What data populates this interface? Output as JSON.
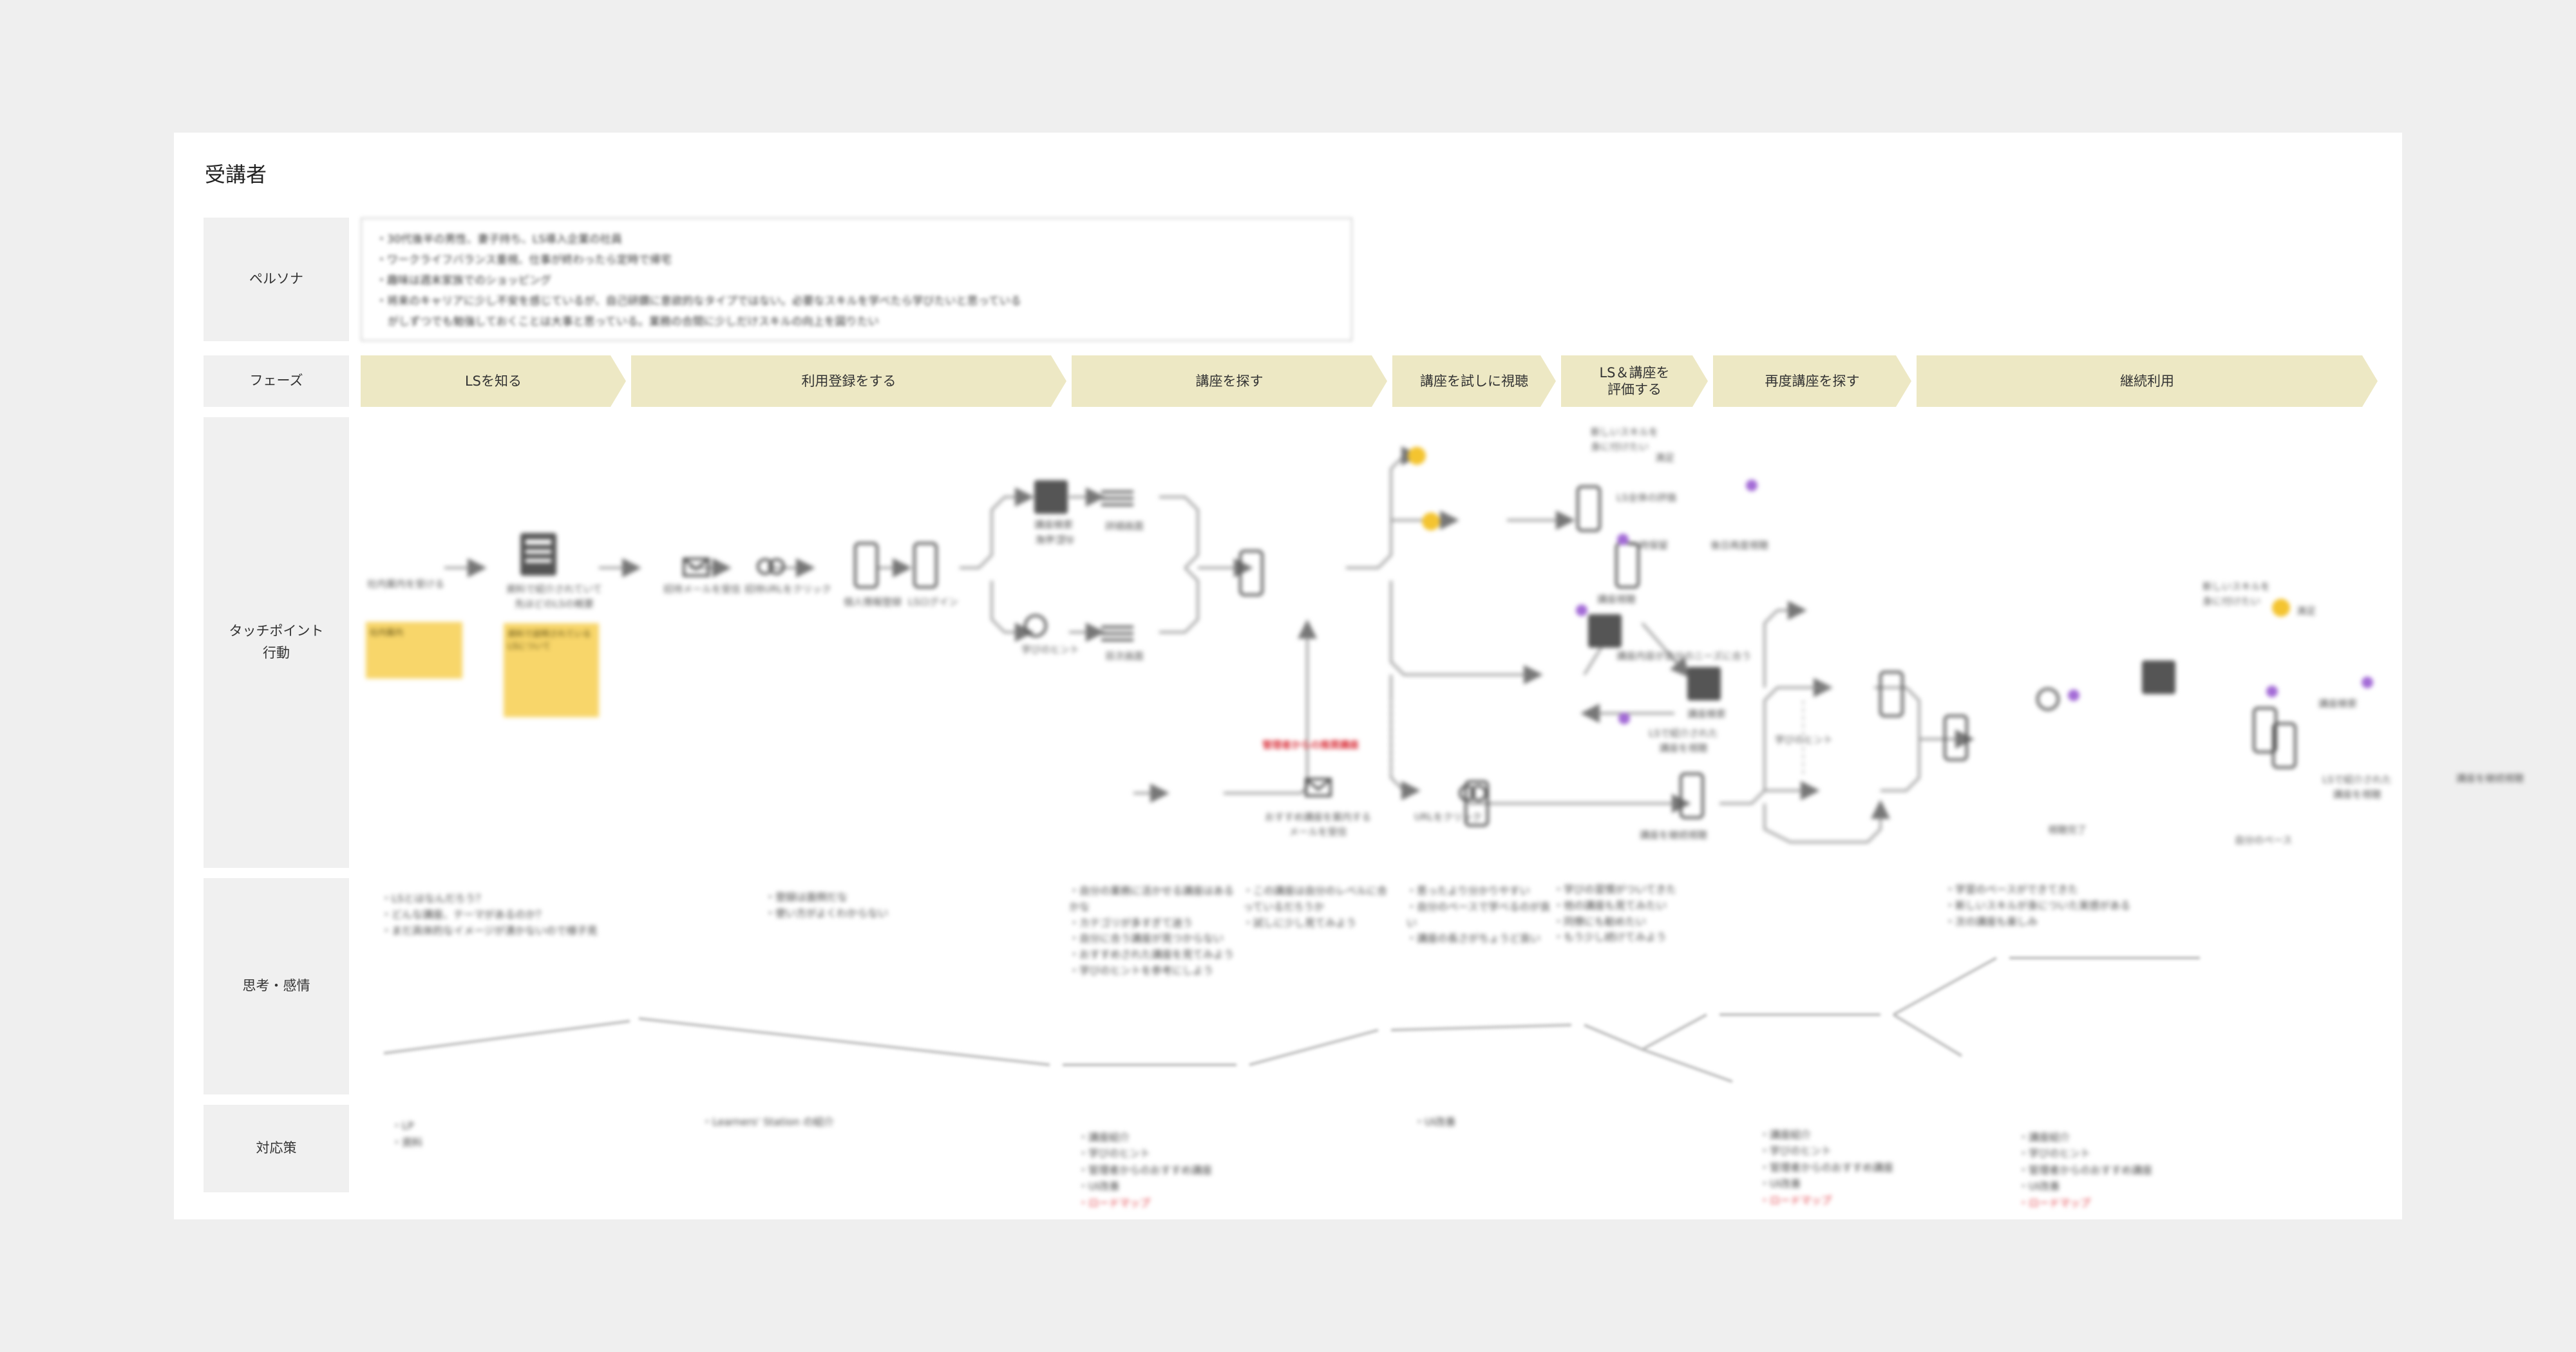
{
  "board": {
    "title": "受講者",
    "rows": {
      "persona": "ペルソナ",
      "phase": "フェーズ",
      "touchpoint_line1": "タッチポイント",
      "touchpoint_line2": "行動",
      "emotion": "思考・感情",
      "measures": "対応策"
    }
  },
  "persona": {
    "lines": [
      "・30代後半の男性、妻子持ち、LS導入企業の社員",
      "・ワークライフバランス重視、仕事が終わったら定時で帰宅",
      "・趣味は週末家族でのショッピング",
      "・将来のキャリアに少し不安を感じているが、自己研鑽に意欲的なタイプではない。必要なスキルを学べたら学びたいと思っている",
      "がしずつでも勉強しておくことは大事と思っている。業務の合間に少しだけスキルの向上を図りたい"
    ]
  },
  "phases": [
    {
      "label": "LSを知る"
    },
    {
      "label": "利用登録をする"
    },
    {
      "label": "講座を探す"
    },
    {
      "label": "講座を試しに視聴"
    },
    {
      "label1": "LS＆講座を",
      "label2": "評価する"
    },
    {
      "label": "再度講座を探す"
    },
    {
      "label": "継続利用"
    }
  ],
  "touchpoints": {
    "nodes": [
      {
        "text": "社内案内を受ける"
      },
      {
        "text1": "資料で紹介されていて",
        "text2": "先ほどのLSの概要"
      },
      {
        "text": "招待メールを受信"
      },
      {
        "text": "招待URLをクリック"
      },
      {
        "text": "個人情報登録"
      },
      {
        "text": "LSログイン"
      },
      {
        "text1": "講座検索",
        "text2": "カテゴリ"
      },
      {
        "text": "学びのヒント"
      },
      {
        "text": "詳細画面"
      },
      {
        "text": "目次画面"
      },
      {
        "text": "講座視聴"
      },
      {
        "text": "管理者からの推奨講座"
      },
      {
        "text1": "おすすめ講座を案内する",
        "text2": "メールを受信"
      },
      {
        "text": "URLをクリック"
      },
      {
        "text1": "新しいスキルを",
        "text2": "身に付けたい"
      },
      {
        "text": "満足"
      },
      {
        "text": "LS全体の評価"
      },
      {
        "text": "一時保留"
      },
      {
        "text": "後日再度視聴"
      },
      {
        "text": "講座内容が自分のニーズに合う"
      },
      {
        "text": "講座検索"
      },
      {
        "text1": "LSで紹介された",
        "text2": "講座を視聴"
      },
      {
        "text": "学びのヒント"
      },
      {
        "text": "講座を継続視聴"
      },
      {
        "text": "視聴完了"
      },
      {
        "text1": "新しいスキルを",
        "text2": "身に付けたい"
      },
      {
        "text": "満足"
      },
      {
        "text": "講座検索"
      },
      {
        "text1": "LSで紹介された",
        "text2": "講座を視聴"
      },
      {
        "text": "講座を継続視聴"
      },
      {
        "text": "自分のペース"
      },
      {
        "text": "カテゴリ"
      }
    ],
    "stickies": [
      {
        "text": "社内案内"
      },
      {
        "text": "資料で説明されているLSについて"
      }
    ]
  },
  "emotions": [
    {
      "text": "・LSとはなんだろう？\n・どんな講座、テーマがあるのか？\n・まだ具体的なイメージが湧かないので様子見"
    },
    {
      "text": "・登録は面倒だな\n・使い方がよくわからない"
    },
    {
      "text": "・自分の業務に活かせる講座はあるかな\n・カテゴリが多すぎて迷う\n・自分に合う講座が見つからない\n・おすすめされた講座を見てみよう\n・学びのヒントを参考にしよう"
    },
    {
      "text": "・この講座は自分のレベルに合っているだろうか\n・試しに少し見てみよう"
    },
    {
      "text": "・思ったより分かりやすい\n・自分のペースで学べるのが良い\n・講座の長さがちょうど良い"
    },
    {
      "text": "・学びの習慣がついてきた\n・他の講座も見てみたい\n・同僚にも勧めたい\n・もう少し続けてみよう"
    },
    {
      "text": "・学習のペースができてきた\n・新しいスキルが身についた実感がある\n・次の講座も楽しみ"
    }
  ],
  "measures": [
    {
      "line1": "・LP",
      "line2": "・資料"
    },
    {
      "line1": "・Learners' Station の紹介"
    },
    {
      "line1": "・講座紹介",
      "line2": "・学びのヒント",
      "line3": "・管理者からのおすすめ講座",
      "line4": "・UI改善",
      "red": "・ロードマップ"
    },
    {
      "line1": "・UI改善"
    },
    {
      "line1": "・講座紹介",
      "line2": "・学びのヒント",
      "line3": "・管理者からのおすすめ講座",
      "line4": "・UI改善",
      "red": "・ロードマップ"
    },
    {
      "line1": "・講座紹介",
      "line2": "・学びのヒント",
      "line3": "・管理者からのおすすめ講座",
      "line4": "・UI改善",
      "red": "・ロードマップ"
    }
  ],
  "colors": {
    "phase_bg": "#ede8c4",
    "label_bg": "#f0f0f0",
    "sticky": "#f8d66a",
    "accent_red": "#e0303a",
    "avatar_purple": "#a36bd6"
  }
}
